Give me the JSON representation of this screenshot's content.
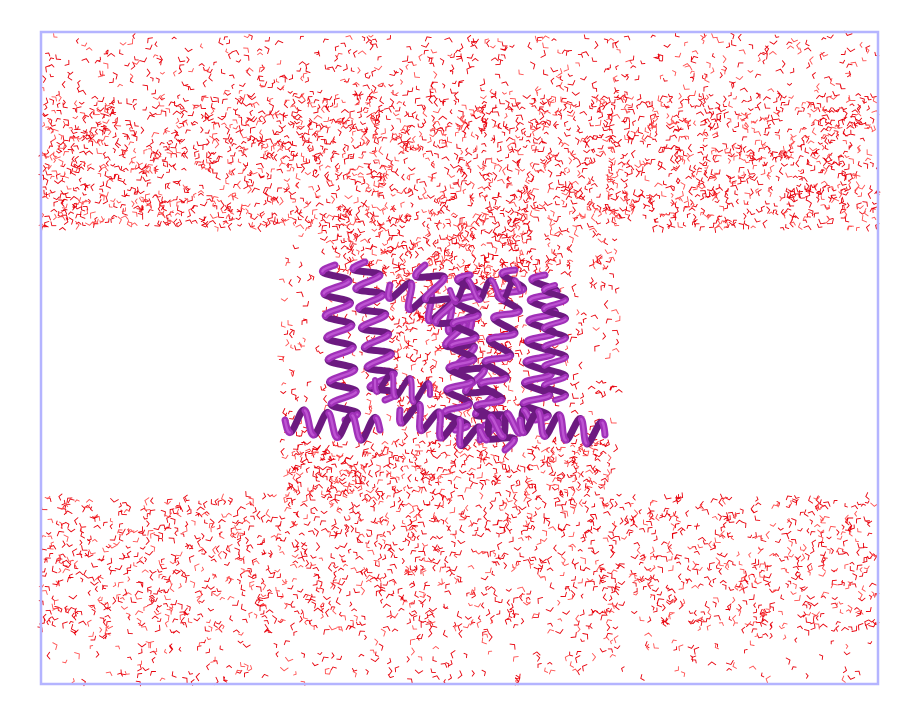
{
  "scene": {
    "description_visible_text": "",
    "colors": {
      "background": "#ffffff",
      "box_outline": "#b4b4ff",
      "water": "#e8000b",
      "water_light": "#ff5050",
      "protein_main": "#a030b8",
      "protein_dark": "#6c1a80",
      "protein_light": "#c964dd"
    },
    "layers": [
      {
        "name": "upper-water-slab",
        "density": "high"
      },
      {
        "name": "membrane-region",
        "density": "none"
      },
      {
        "name": "lower-water-slab",
        "density": "high"
      }
    ],
    "elements": {
      "simulation_box": "periodic-box-outline",
      "solvent": "water-molecules",
      "protein": "helical-bundle-cartoon"
    }
  }
}
